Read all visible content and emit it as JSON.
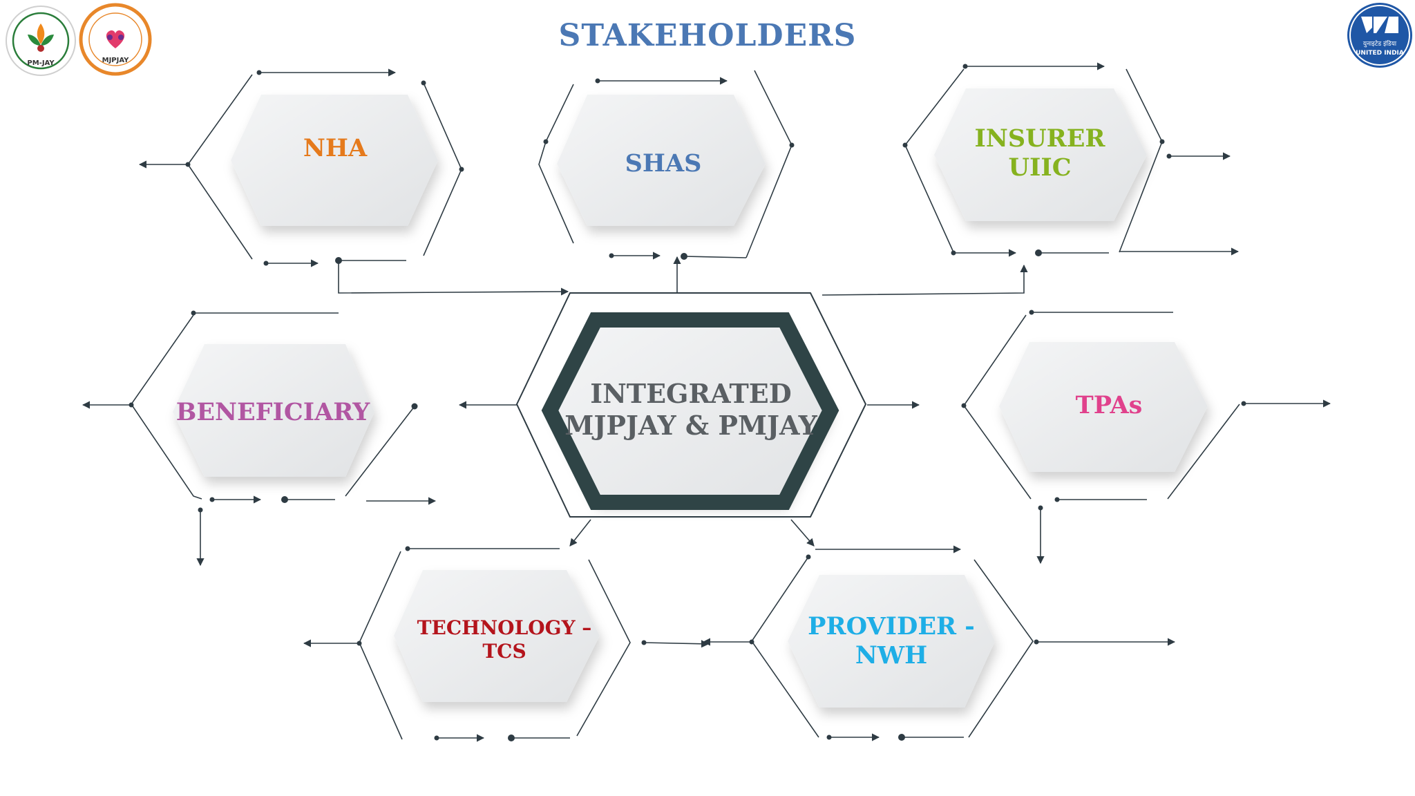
{
  "title": "STAKEHOLDERS",
  "center": {
    "line1": "INTEGRATED",
    "line2": "MJPJAY & PMJAY",
    "color": "#5a5f63"
  },
  "stakeholders": {
    "nha": {
      "label": "NHA",
      "color": "#e57a1c"
    },
    "shas": {
      "label": "SHAS",
      "color": "#4b78b4"
    },
    "insurer": {
      "line1": "INSURER",
      "line2": "UIIC",
      "color": "#86b21f"
    },
    "beneficiary": {
      "label": "BENEFICIARY",
      "color": "#b156a2"
    },
    "tpas": {
      "label": "TPAs",
      "color": "#e0418c"
    },
    "technology": {
      "line1": "TECHNOLOGY –",
      "line2": "TCS",
      "color": "#b4141c"
    },
    "provider": {
      "line1": "PROVIDER -",
      "line2": "NWH",
      "color": "#1eaee6"
    }
  },
  "logos": {
    "pmjay": {
      "caption": "PM-JAY"
    },
    "mjpjay": {
      "caption": "MJPJAY"
    },
    "united_india": {
      "line1": "युनाइटेड इंडिया",
      "line2": "UNITED INDIA",
      "color": "#1f57a6"
    }
  },
  "colors": {
    "title": "#4b78b4",
    "connector": "#2e3b43",
    "center_frame": "#2f4446"
  }
}
